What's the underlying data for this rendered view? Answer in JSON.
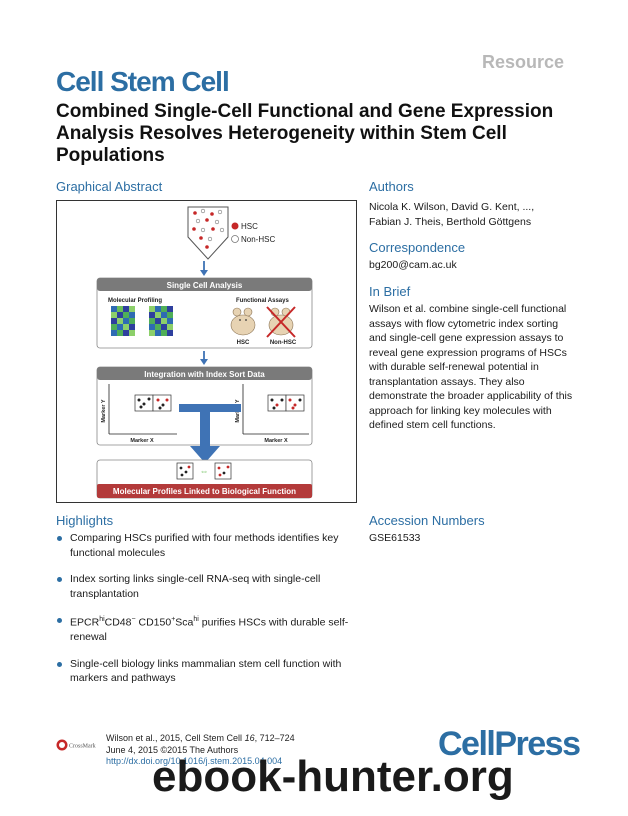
{
  "header": {
    "resource_label": "Resource",
    "journal_name": "Cell Stem Cell",
    "title": "Combined Single-Cell Functional and Gene Expression Analysis Resolves Heterogeneity within Stem Cell Populations"
  },
  "graphical_abstract": {
    "heading": "Graphical Abstract",
    "legend_hsc": "HSC",
    "legend_non_hsc": "Non-HSC",
    "panel1_title": "Single Cell Analysis",
    "molecular_profiling": "Molecular Profiling",
    "functional_assays": "Functional Assays",
    "hsc_label": "HSC",
    "non_hsc_label": "Non-HSC",
    "panel2_title": "Integration with Index Sort Data",
    "marker_y": "Marker Y",
    "marker_x": "Marker X",
    "panel3_title": "Molecular Profiles Linked to Biological Function",
    "colors": {
      "panel_header": "#7a7a7a",
      "result_bar": "#b33a3a",
      "arrow": "#3f73b5",
      "hsc_dot": "#c62828"
    }
  },
  "authors": {
    "heading": "Authors",
    "line1": "Nicola K. Wilson, David G. Kent, ...,",
    "line2": "Fabian J. Theis, Berthold Göttgens"
  },
  "correspondence": {
    "heading": "Correspondence",
    "email": "bg200@cam.ac.uk"
  },
  "in_brief": {
    "heading": "In Brief",
    "text": "Wilson et al. combine single-cell functional assays with flow cytometric index sorting and single-cell gene expression assays to reveal gene expression programs of HSCs with durable self-renewal potential in transplantation assays. They also demonstrate the broader applicability of this approach for linking key molecules with defined stem cell functions."
  },
  "highlights": {
    "heading": "Highlights",
    "item1": "Comparing HSCs purified with four methods identifies key functional molecules",
    "item2": "Index sorting links single-cell RNA-seq with single-cell transplantation",
    "item3": {
      "a": "EPCR",
      "sup1": "hi",
      "b": "CD48",
      "sup2": "−",
      "c": " CD150",
      "sup3": "+",
      "d": "Sca",
      "sup4": "hi",
      "e": " purifies HSCs with durable self-renewal"
    },
    "item4": "Single-cell biology links mammalian stem cell function with markers and pathways"
  },
  "accession": {
    "heading": "Accession Numbers",
    "number": "GSE61533"
  },
  "footer": {
    "citation_a": "Wilson et al., 2015, Cell Stem Cell ",
    "citation_vol": "16",
    "citation_b": ", 712–724",
    "date": "June 4, 2015 ©2015 The Authors",
    "doi": "http://dx.doi.org/10.1016/j.stem.2015.04.004",
    "crossmark": "CrossMark",
    "publisher": "CellPress"
  },
  "watermark": "ebook-hunter.org"
}
